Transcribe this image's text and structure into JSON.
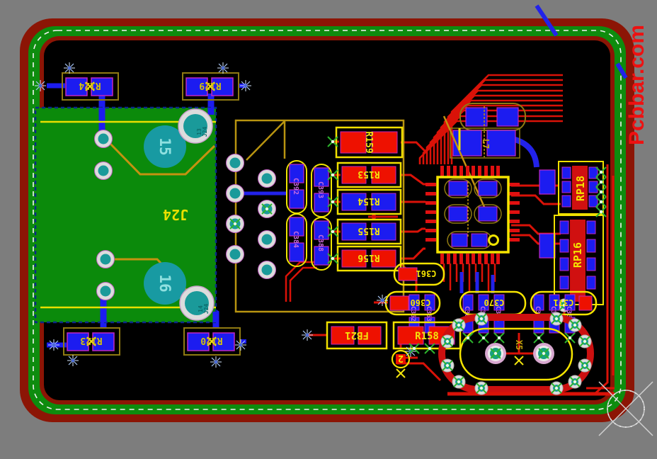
{
  "watermark": "Pcbbar.com",
  "connector": {
    "ref": "J24",
    "pin13": "13",
    "pin14": "14",
    "pin15": "15",
    "pin16": "16"
  },
  "designators": {
    "r124": "R124",
    "r129": "R129",
    "r123": "R123",
    "r120": "R120",
    "r153": "R153",
    "r154": "R154",
    "r155": "R155",
    "r156": "R156",
    "r158": "R158",
    "r159": "R159",
    "fb21": "FB21",
    "l7": "L7",
    "rp18": "RP18",
    "rp16": "RP16",
    "x5": "X5",
    "tp2": "2",
    "c360": "C360",
    "c361": "C361",
    "c362": "C362",
    "c363": "C363",
    "c364": "C364",
    "c365": "C365",
    "c366": "C366",
    "c367": "C367",
    "c368": "C368",
    "c369": "C369",
    "c370": "C370",
    "c371": "C371",
    "c384": "C384",
    "c388": "C388",
    "c392": "C392",
    "c393": "C393"
  },
  "colors": {
    "background": "#7d7d7d",
    "board": "#000000",
    "outline_maroon": "#8c1505",
    "outline_green": "#0e8c0e",
    "silkscreen_yellow": "#f2e30c",
    "copper_red": "#da1208",
    "pad_blue": "#1c1cf0",
    "pad_teal": "#1a9a9a",
    "label_purple": "#c86ae0",
    "watermark_red": "#ee1111"
  }
}
